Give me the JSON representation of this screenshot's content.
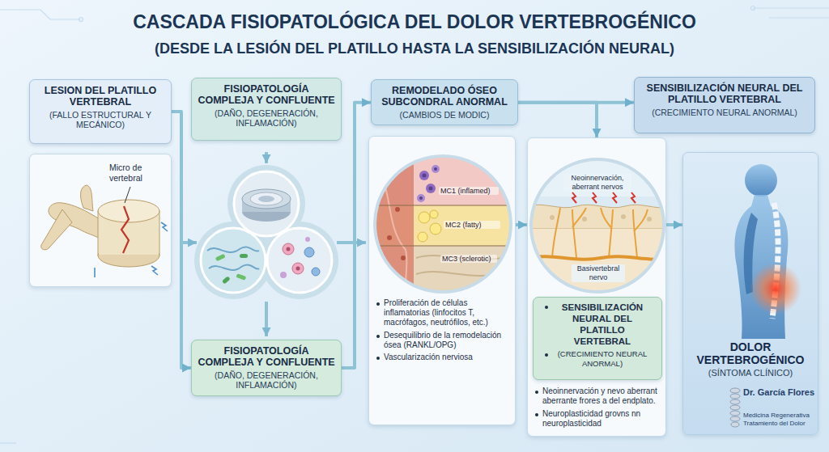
{
  "diagram": {
    "title": "CASCADA FISIOPATOLÓGICA DEL DOLOR VERTEBROGÉNICO",
    "nodes": [
      {
        "text": [
          "LESION DEL PLATILLO VERTEBRAL",
          "(FALLO ESTRUCTURAL Y MECÁNICO)"
        ]
      },
      {
        "text": [
          "Micro de vertebral"
        ]
      },
      {
        "text": [
          "FISIOPATOLOGÍA COMPLEJA Y CONFLUENTE",
          "(DAÑO, DEGENERACIÓN, INFLAMACIÓN)"
        ]
      },
      {
        "text": [
          "FISIOPATOLOGÍA COMPLEJA Y CONFLUENTE",
          "(DAÑO, DEGENERACIÓN, INFLAMACIÓN)"
        ]
      },
      {
        "text": [
          "REMODELADO ÓSEO SUBCONDRAL ANORMAL",
          "(CAMBIOS DE MODIC)"
        ]
      },
      {
        "text": [
          "Proliferación de células inflamatorias (linfocitos T, macrófagos, neutrófilos, etc.)",
          "Desequilibrio de la remodelación ósea (RANKL/OPG)",
          "Vascularización nerviosa"
        ]
      },
      {
        "text": [
          "SENSIBILIZACIÓN NEURAL DEL PLATILLO VERTEBRAL",
          "(CRECIMIENTO NEURAL ANORMAL)"
        ]
      },
      {
        "text": [
          "Neoinnervación y nevo aberrant aberrante frores a del endplato.",
          "Neuroplasticidad grovns nn neuroplasticidad"
        ]
      },
      {
        "text": [
          "SENSIBILIZACIÓN NEURAL DEL PLATILLO VERTEBRAL",
          "(CRECIMIENTO NEURAL ANORMAL)"
        ],
        "in": 7
      },
      {
        "text": [
          "DOLOR VERTEBROGÉNICO",
          "(SÍNTOMA CLÍNICO)"
        ]
      }
    ],
    "edges": [
      {
        "from": 0,
        "to": 3,
        "arrow": "to"
      },
      {
        "from": 3,
        "to": 4,
        "arrow": "to"
      },
      {
        "from": 4,
        "to": 6,
        "arrow": "to"
      },
      {
        "from": 4,
        "to": 7,
        "arrow": "to"
      },
      {
        "from": 5,
        "to": 7,
        "arrow": "to"
      },
      {
        "from": 7,
        "to": 9,
        "arrow": "to"
      }
    ],
    "labels": [
      "(DESDE LA LESIÓN DEL PLATILLO HASTA LA SENSIBILIZACIÓN NEURAL)",
      "MC1 (inflamed)",
      "MC2 (fatty)",
      "MC3 (sclerotic)",
      "Neoinnervación, aberrant nervos",
      "Basivertebral nervo",
      "Dr. García Flores",
      "Medicina Regenerativa",
      "Tratamiento del Dolor"
    ]
  }
}
